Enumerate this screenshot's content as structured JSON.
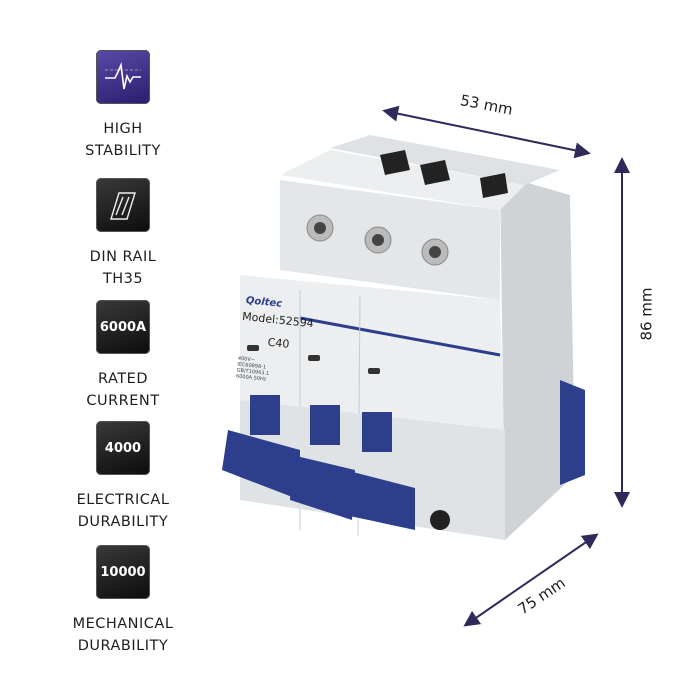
{
  "features": [
    {
      "icon": "heartbeat-icon",
      "icon_text": "",
      "line1": "HIGH",
      "line2": "STABILITY"
    },
    {
      "icon": "din-rail-icon",
      "icon_text": "",
      "line1": "DIN RAIL",
      "line2": "TH35"
    },
    {
      "icon": "rated-current-icon",
      "icon_text": "6000A",
      "line1": "RATED",
      "line2": "CURRENT"
    },
    {
      "icon": "electrical-durability-icon",
      "icon_text": "4000",
      "line1": "ELECTRICAL",
      "line2": "DURABILITY"
    },
    {
      "icon": "mechanical-durability-icon",
      "icon_text": "10000",
      "line1": "MECHANICAL",
      "line2": "DURABILITY"
    }
  ],
  "dimensions": {
    "width": "53 mm",
    "height": "86 mm",
    "depth": "75 mm"
  },
  "product": {
    "brand": "Qoltec",
    "model": "Model:52594",
    "rating": "C40",
    "spec_lines": [
      "400V~",
      "IEC60898-1",
      "GB/T10963.1",
      "6000A 50Hz"
    ],
    "colors": {
      "body": "#e6e8ea",
      "handle": "#2d3f8c",
      "arrow": "#2e2a5a"
    }
  }
}
